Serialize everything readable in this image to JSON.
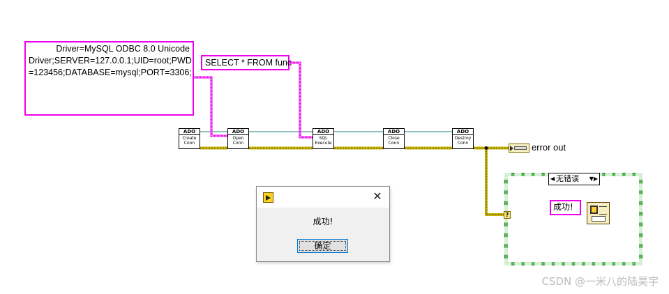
{
  "connection_string": "Driver=MySQL ODBC 8.0 Unicode\nDriver;SERVER=127.0.0.1;UID=root;PWD\n=123456;DATABASE=mysql;PORT=3306;",
  "sql_query": "SELECT * FROM func",
  "nodes": [
    {
      "header": "ADO",
      "label": "Create\nConn"
    },
    {
      "header": "ADO",
      "label": "Open\nConn"
    },
    {
      "header": "ADO",
      "label": "SQL\nExecute"
    },
    {
      "header": "ADO",
      "label": "Close\nConn"
    },
    {
      "header": "ADO",
      "label": "Destroy\nConn"
    }
  ],
  "error_out_label": "error out",
  "case_structure": {
    "selector_left": "◀",
    "selector_value": "无错误",
    "selector_right": "▼▶",
    "selector_tunnel": "?"
  },
  "message_constant": "成功!",
  "dialog": {
    "message": "成功!",
    "ok_label": "确定",
    "close_glyph": "✕"
  },
  "watermark": "CSDN @一米八的陆昊宇",
  "colors": {
    "string_wire": "#ee00ee",
    "refnum_wire": "#1c7f7f",
    "error_wire": "#c8b400",
    "case_border": "#5bb85b",
    "dialog_button_border": "#0078d7"
  }
}
